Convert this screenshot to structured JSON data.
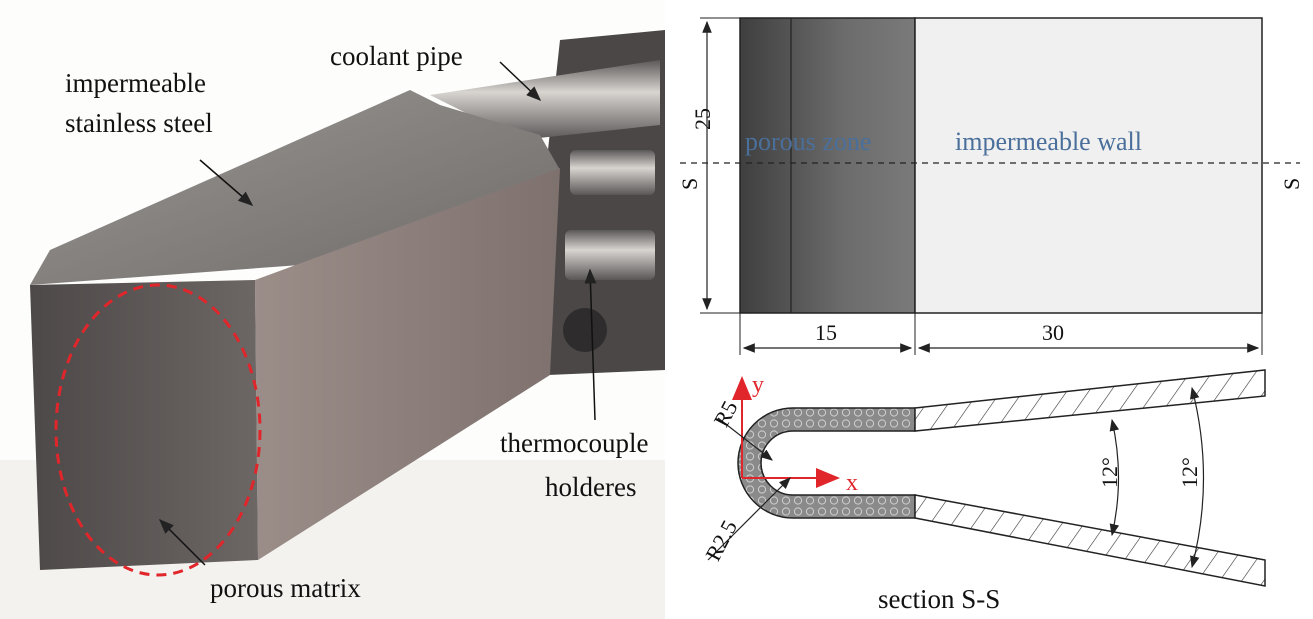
{
  "photo": {
    "labels": {
      "impermeable_line1": "impermeable",
      "impermeable_line2": "stainless steel",
      "coolant_pipe": "coolant pipe",
      "thermocouple_line1": "thermocouple",
      "thermocouple_line2": "holderes",
      "porous_matrix": "porous matrix"
    }
  },
  "top_view": {
    "porous_zone": "porous zone",
    "impermeable_wall": "impermeable wall",
    "dim_height": "25",
    "dim_porous_length": "15",
    "dim_wall_length": "30",
    "section_mark_left": "S",
    "section_mark_right": "S"
  },
  "section_view": {
    "caption": "section S-S",
    "radius_outer": "R5",
    "radius_inner": "R2.5",
    "axis_x": "x",
    "axis_y": "y",
    "angle_inner": "12°",
    "angle_outer": "12°"
  },
  "colors": {
    "dashed_circle": "#e0262b",
    "porous_label": "#4a6f9b",
    "axes": "#e0262b"
  }
}
